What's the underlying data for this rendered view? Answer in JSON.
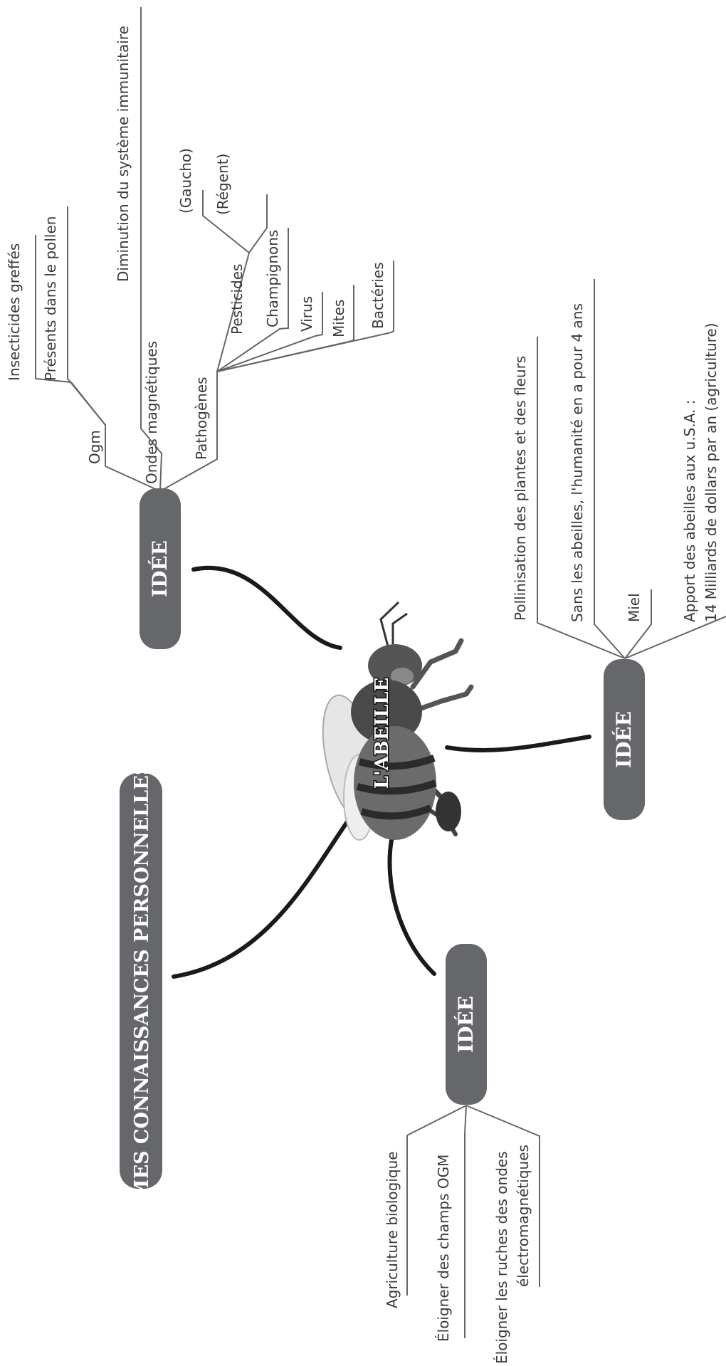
{
  "center": {
    "title": "L'ABEILLE"
  },
  "heading": {
    "text": "MES CONNAISSANCES PERSONNELLES"
  },
  "causes": {
    "pill": "IDÉE",
    "ogm": "Ogm",
    "insecticides": "Insecticides greffés",
    "pollen": "Présents dans le pollen",
    "ondes": "Ondes magnétiques",
    "immunite": "Diminution du système immunitaire",
    "pathogenes": "Pathogènes",
    "pesticides": "Pesticides",
    "gaucho": "(Gaucho)",
    "regent": "(Régent)",
    "champignons": "Champignons",
    "virus": "Virus",
    "mites": "Mites",
    "bacteries": "Bactéries"
  },
  "roles": {
    "pill": "IDÉE",
    "pollinisation": "Pollinisation des plantes et des fleurs",
    "sans_abeilles": "Sans les abeilles, l'humanité en a pour 4 ans",
    "miel": "Miel",
    "apport_1": "Apport des abeilles aux u.S.A. :",
    "apport_2": "14 Milliards de dollars par an (agriculture)"
  },
  "solutions": {
    "pill": "IDÉE",
    "agriculture": "Agriculture biologique",
    "eloigner_champs": "Éloigner des champs OGM",
    "eloigner_ruches_1": "Éloigner les ruches des ondes",
    "eloigner_ruches_2": "électromagnétiques"
  }
}
